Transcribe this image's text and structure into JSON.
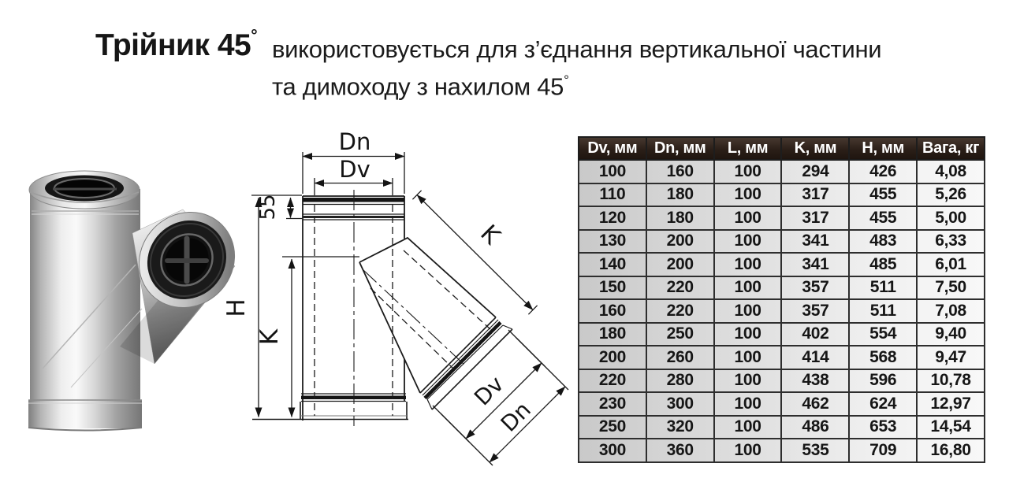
{
  "header": {
    "title": "Трійник 45",
    "title_degree": "°",
    "desc_line1": "використовується для з’єднання вертикальної частини",
    "desc_line2": "та димоходу з нахилом 45",
    "desc_degree": "°"
  },
  "diagram": {
    "labels": {
      "dn_top": "Dn",
      "dv_top": "Dv",
      "collar_height": "55",
      "height_h": "H",
      "k_vertical": "K",
      "k_diagonal": "K",
      "dv_branch": "Dv",
      "dn_branch": "Dn"
    }
  },
  "table": {
    "headers": [
      "Dv, мм",
      "Dn, мм",
      "L, мм",
      "K, мм",
      "H, мм",
      "Вага, кг"
    ],
    "rows": [
      [
        "100",
        "160",
        "100",
        "294",
        "426",
        "4,08"
      ],
      [
        "110",
        "180",
        "100",
        "317",
        "455",
        "5,26"
      ],
      [
        "120",
        "180",
        "100",
        "317",
        "455",
        "5,00"
      ],
      [
        "130",
        "200",
        "100",
        "341",
        "483",
        "6,33"
      ],
      [
        "140",
        "200",
        "100",
        "341",
        "485",
        "6,01"
      ],
      [
        "150",
        "220",
        "100",
        "357",
        "511",
        "7,50"
      ],
      [
        "160",
        "220",
        "100",
        "357",
        "511",
        "7,08"
      ],
      [
        "180",
        "250",
        "100",
        "402",
        "554",
        "9,40"
      ],
      [
        "200",
        "260",
        "100",
        "414",
        "568",
        "9,47"
      ],
      [
        "220",
        "280",
        "100",
        "438",
        "596",
        "10,78"
      ],
      [
        "230",
        "300",
        "100",
        "462",
        "624",
        "12,97"
      ],
      [
        "250",
        "320",
        "100",
        "486",
        "653",
        "14,54"
      ],
      [
        "300",
        "360",
        "100",
        "535",
        "709",
        "16,80"
      ]
    ]
  },
  "colors": {
    "header_bg": "#2b1f18",
    "grid_border": "#2e2e2e",
    "cell_bg_left": "#c9c9c9",
    "cell_bg_right": "#f8f8f8",
    "ink": "#161616"
  }
}
